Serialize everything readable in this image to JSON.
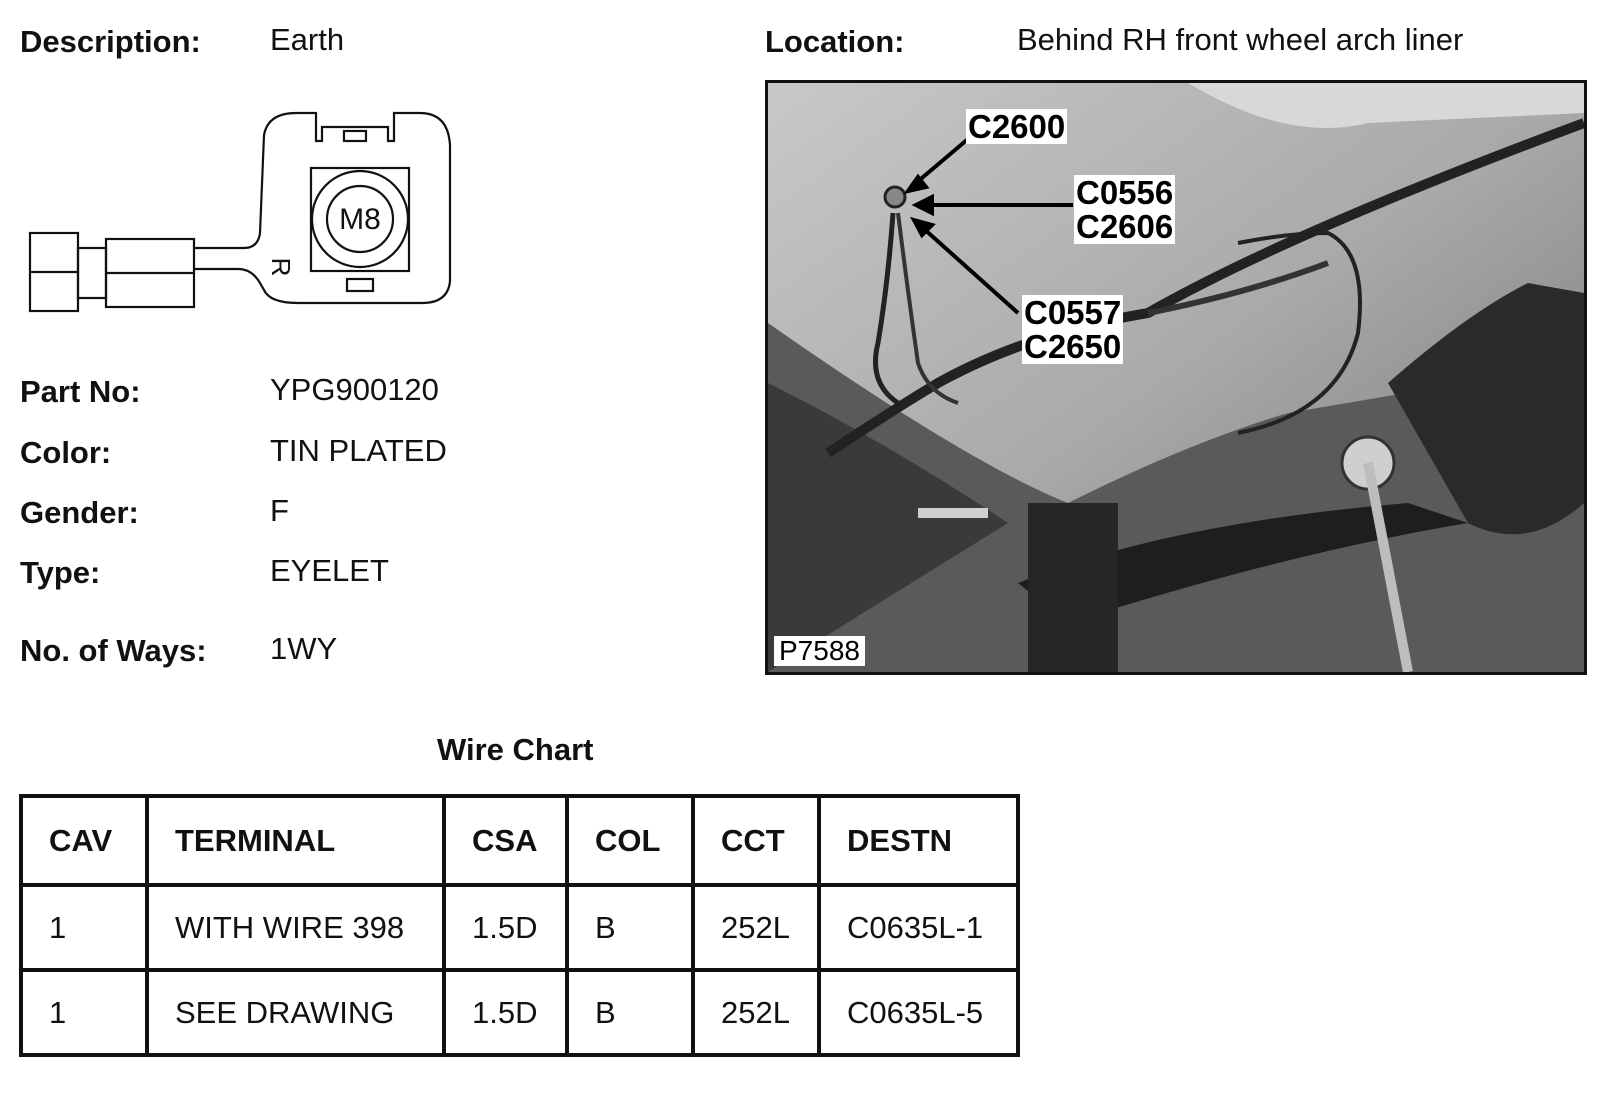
{
  "header": {
    "description_label": "Description:",
    "description_value": "Earth",
    "location_label": "Location:",
    "location_value": "Behind RH front wheel arch liner"
  },
  "drawing": {
    "stud_text": "M8",
    "orientation_mark": "R"
  },
  "specs": [
    {
      "label": "Part No:",
      "value": "YPG900120"
    },
    {
      "label": "Color:",
      "value": "TIN PLATED"
    },
    {
      "label": "Gender:",
      "value": "F"
    },
    {
      "label": "Type:",
      "value": "EYELET"
    },
    {
      "label": "No. of Ways:",
      "value": "1WY"
    }
  ],
  "photo": {
    "callouts": [
      "C2600",
      "C0556",
      "C2606",
      "C0557",
      "C2650"
    ],
    "id": "P7588"
  },
  "wire_chart": {
    "title": "Wire Chart",
    "columns": [
      "CAV",
      "TERMINAL",
      "CSA",
      "COL",
      "CCT",
      "DESTN"
    ],
    "rows": [
      [
        "1",
        "WITH WIRE 398",
        "1.5D",
        "B",
        "252L",
        "C0635L-1"
      ],
      [
        "1",
        "SEE DRAWING",
        "1.5D",
        "B",
        "252L",
        "C0635L-5"
      ]
    ]
  }
}
